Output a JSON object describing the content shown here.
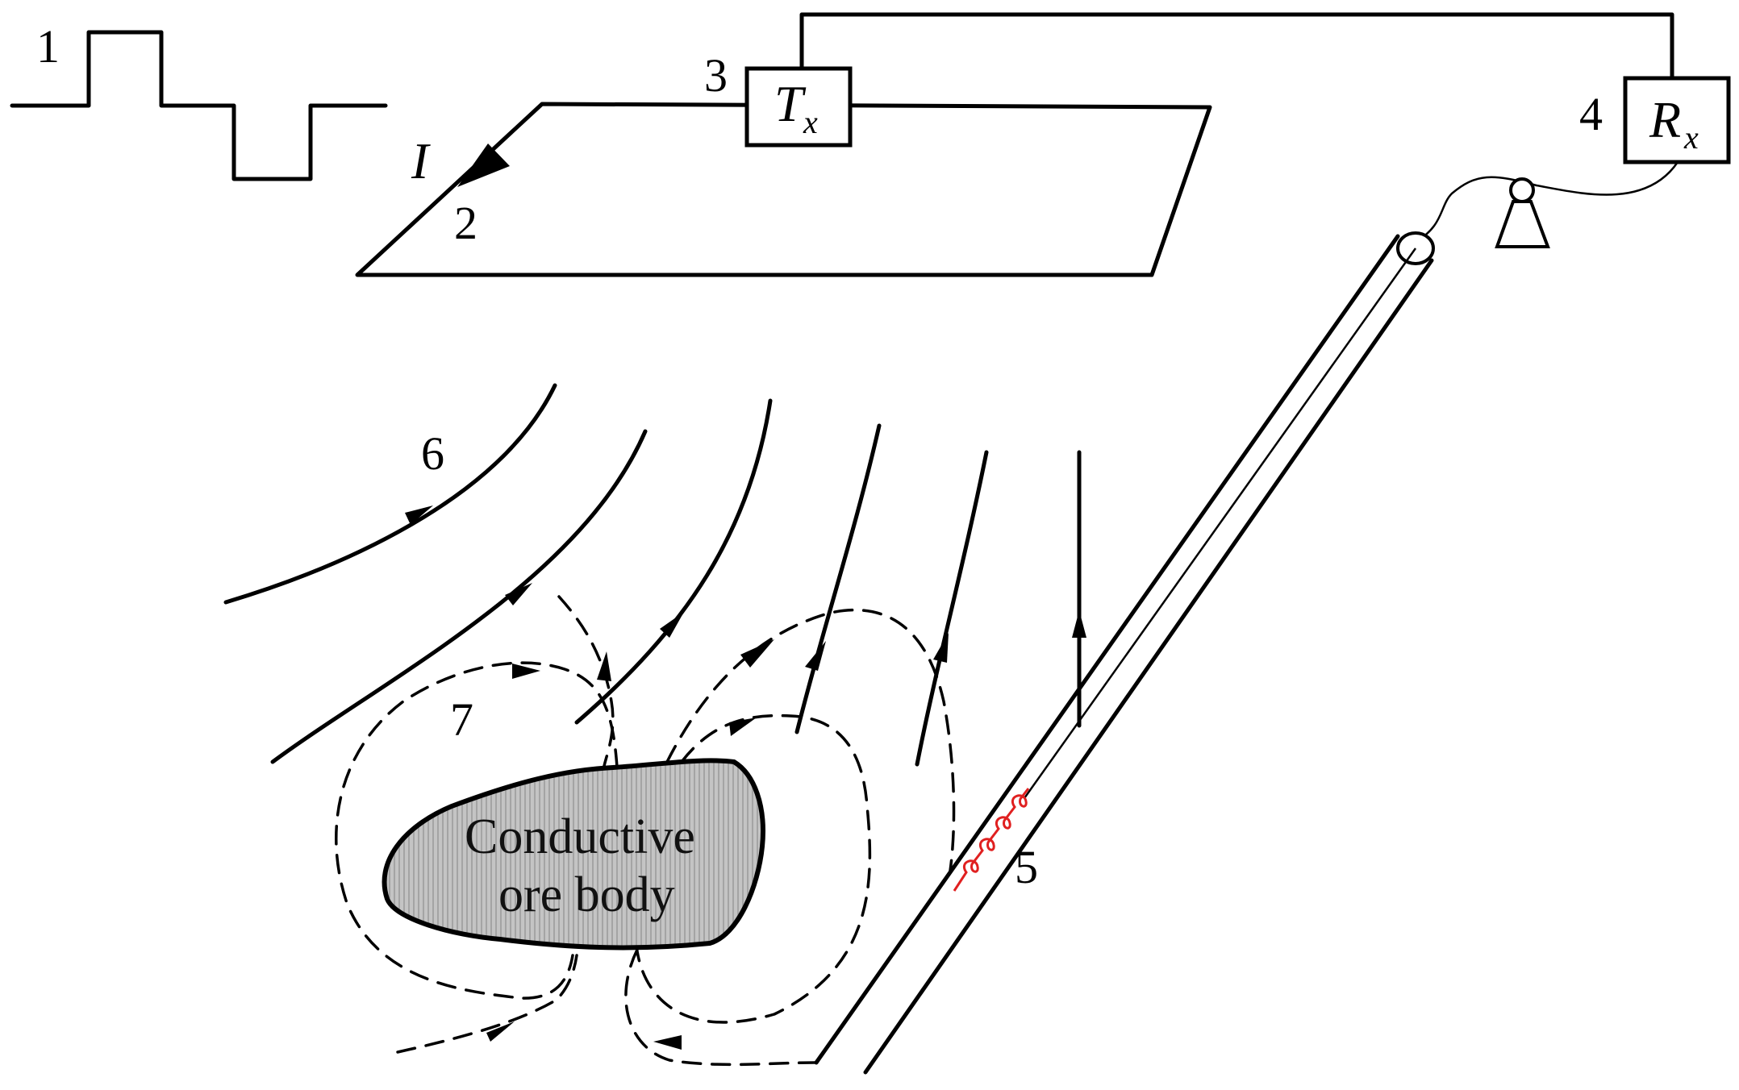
{
  "labels": {
    "n1": "1",
    "n2": "2",
    "n3": "3",
    "n4": "4",
    "n5": "5",
    "n6": "6",
    "n7": "7",
    "current": "I",
    "tx_main": "T",
    "tx_sub": "x",
    "rx_main": "R",
    "rx_sub": "x",
    "ore_line1": "Conductive",
    "ore_line2": "ore body"
  },
  "colors": {
    "line": "#000000",
    "ore_fill": "#b3b3b3",
    "sensor_coil": "#e02020"
  },
  "icons": {
    "pulley": "pulley-icon",
    "coil": "coil-icon"
  }
}
